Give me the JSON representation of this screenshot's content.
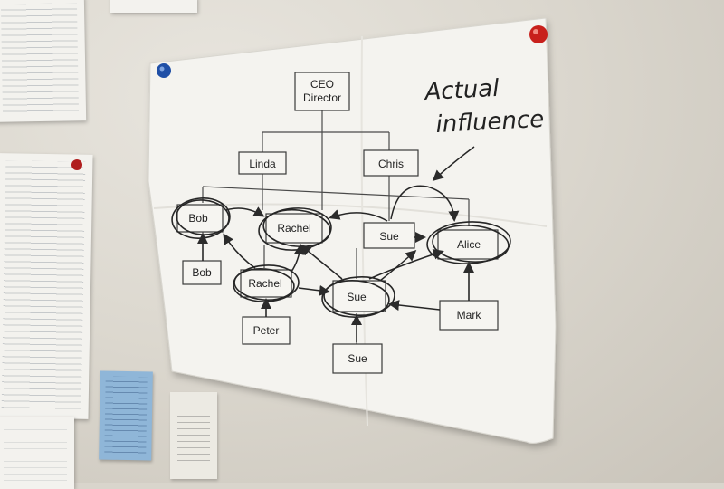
{
  "chart": {
    "ceo_line1": "CEO",
    "ceo_line2": "Director",
    "linda": "Linda",
    "chris": "Chris",
    "bob_top": "Bob",
    "rachel_top": "Rachel",
    "sue_top": "Sue",
    "alice": "Alice",
    "bob_bottom": "Bob",
    "rachel_mid": "Rachel",
    "sue_mid": "Sue",
    "mark": "Mark",
    "peter": "Peter",
    "sue_bottom": "Sue"
  },
  "annotation": {
    "line1": "Actual",
    "line2": "influence"
  },
  "colors": {
    "paper": "#f4f3ef",
    "ink": "#2b2b2b",
    "pin_red": "#c8201c",
    "pin_blue": "#1f4fa6"
  },
  "pins": [
    "pin-red-icon",
    "pin-blue-icon",
    "pin-red-icon"
  ]
}
